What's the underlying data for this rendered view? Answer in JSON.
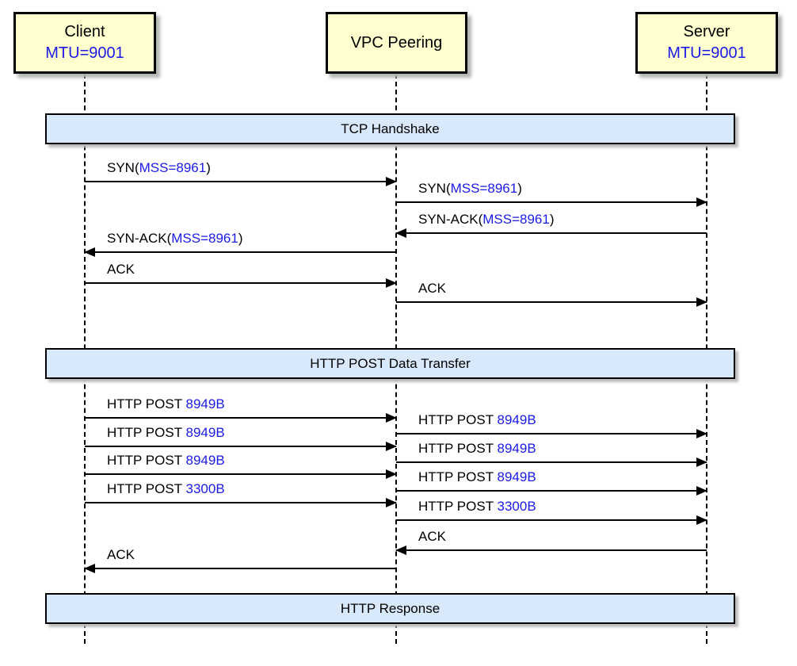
{
  "diagram": {
    "type": "sequence",
    "actors": [
      {
        "name": "Client",
        "attribute": "MTU=9001"
      },
      {
        "name": "VPC Peering"
      },
      {
        "name": "Server",
        "attribute": "MTU=9001"
      }
    ],
    "sections": [
      {
        "label": "TCP Handshake"
      },
      {
        "label": "HTTP POST Data Transfer"
      },
      {
        "label": "HTTP Response"
      }
    ],
    "messages": [
      {
        "from": "Client",
        "to": "VPC Peering",
        "pre": "SYN(",
        "val": "MSS=8961",
        "post": ")"
      },
      {
        "from": "VPC Peering",
        "to": "Server",
        "pre": "SYN(",
        "val": "MSS=8961",
        "post": ")"
      },
      {
        "from": "Server",
        "to": "VPC Peering",
        "pre": "SYN-ACK(",
        "val": "MSS=8961",
        "post": ")"
      },
      {
        "from": "VPC Peering",
        "to": "Client",
        "pre": "SYN-ACK(",
        "val": "MSS=8961",
        "post": ")"
      },
      {
        "from": "Client",
        "to": "VPC Peering",
        "pre": "ACK"
      },
      {
        "from": "VPC Peering",
        "to": "Server",
        "pre": "ACK"
      },
      {
        "from": "Client",
        "to": "VPC Peering",
        "pre": "HTTP POST ",
        "val": "8949B"
      },
      {
        "from": "VPC Peering",
        "to": "Server",
        "pre": "HTTP POST ",
        "val": "8949B"
      },
      {
        "from": "Client",
        "to": "VPC Peering",
        "pre": "HTTP POST ",
        "val": "8949B"
      },
      {
        "from": "VPC Peering",
        "to": "Server",
        "pre": "HTTP POST ",
        "val": "8949B"
      },
      {
        "from": "Client",
        "to": "VPC Peering",
        "pre": "HTTP POST ",
        "val": "8949B"
      },
      {
        "from": "VPC Peering",
        "to": "Server",
        "pre": "HTTP POST ",
        "val": "8949B"
      },
      {
        "from": "Client",
        "to": "VPC Peering",
        "pre": "HTTP POST ",
        "val": "3300B"
      },
      {
        "from": "VPC Peering",
        "to": "Server",
        "pre": "HTTP POST ",
        "val": "3300B"
      },
      {
        "from": "Server",
        "to": "VPC Peering",
        "pre": "ACK"
      },
      {
        "from": "VPC Peering",
        "to": "Client",
        "pre": "ACK"
      }
    ],
    "colors": {
      "actor_fill": "#FEFECE",
      "section_fill": "#D8E9FB",
      "highlight": "#1B1BE8",
      "line": "#000000"
    }
  }
}
